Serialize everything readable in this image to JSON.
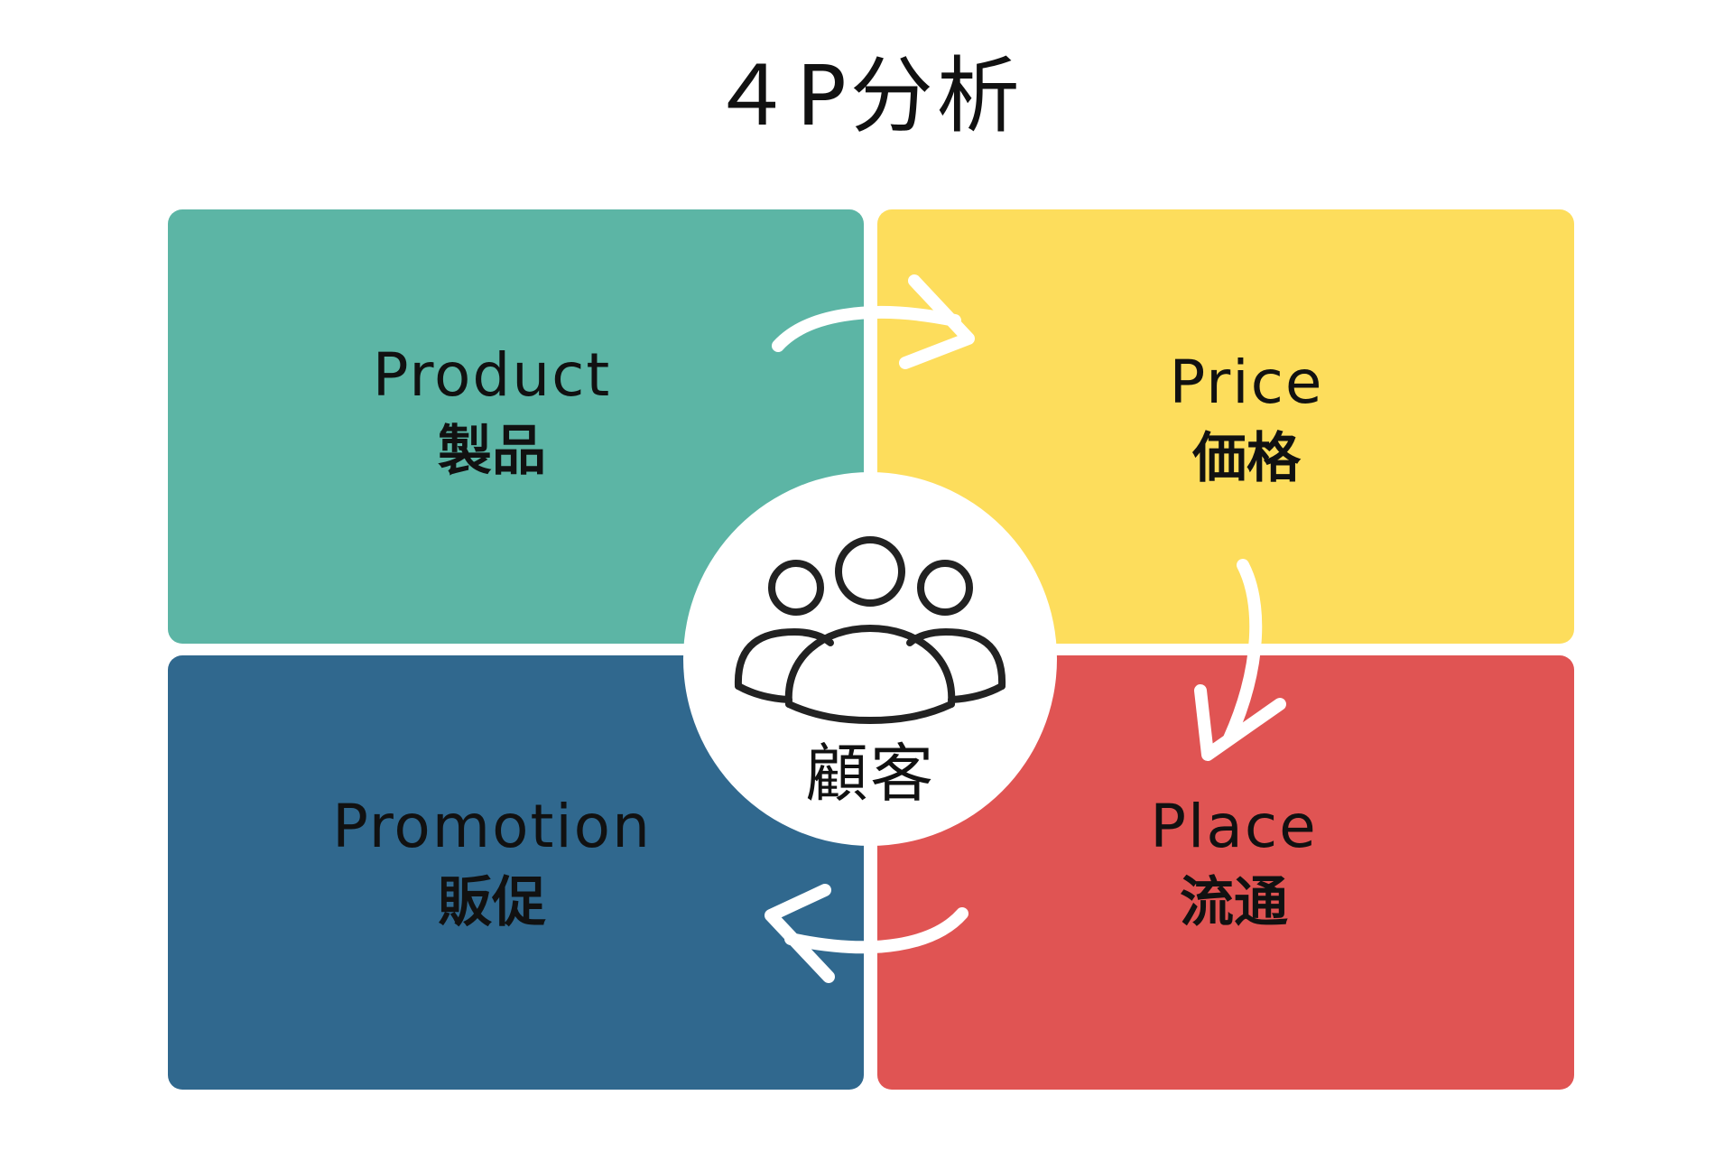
{
  "title": "４P分析",
  "center": {
    "label": "顧客",
    "icon": "people-group-icon"
  },
  "quadrants": [
    {
      "key": "product",
      "en": "Product",
      "jp": "製品",
      "color": "#5cb5a5"
    },
    {
      "key": "price",
      "en": "Price",
      "jp": "価格",
      "color": "#fddd5c"
    },
    {
      "key": "promotion",
      "en": "Promotion",
      "jp": "販促",
      "color": "#30688e"
    },
    {
      "key": "place",
      "en": "Place",
      "jp": "流通",
      "color": "#e05453"
    }
  ],
  "arrows": [
    {
      "name": "product-to-price-arrow-icon",
      "direction": "clockwise"
    },
    {
      "name": "price-to-place-arrow-icon",
      "direction": "clockwise"
    },
    {
      "name": "place-to-promotion-arrow-icon",
      "direction": "clockwise"
    }
  ]
}
